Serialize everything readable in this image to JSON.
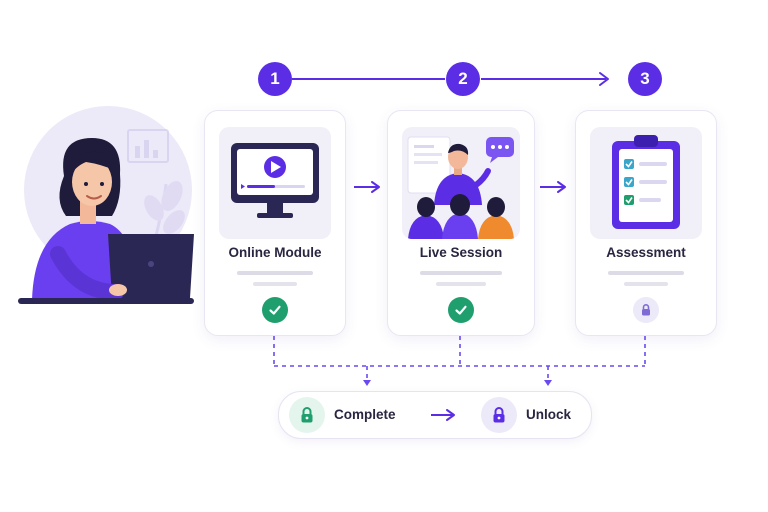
{
  "steps": [
    {
      "number": "1",
      "title": "Online Module",
      "status": "completed"
    },
    {
      "number": "2",
      "title": "Live Session",
      "status": "completed"
    },
    {
      "number": "3",
      "title": "Assessment",
      "status": "locked"
    }
  ],
  "outcome": {
    "complete_label": "Complete",
    "unlock_label": "Unlock"
  },
  "icons": {
    "check": "check-icon",
    "lock": "lock-icon",
    "play": "play-icon",
    "chat": "chat-bubble-icon",
    "checklist": "clipboard-checklist-icon"
  },
  "colors": {
    "accent": "#5b2ee6",
    "success": "#1f9e6e",
    "success_bg": "#e3f5ec",
    "locked": "#7e6bd6",
    "locked_bg": "#ece9f8",
    "card_border": "#e8e6f2"
  }
}
